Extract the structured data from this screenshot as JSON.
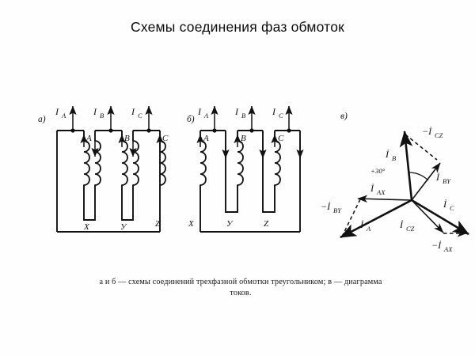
{
  "title": "Схемы соединения фаз обмоток",
  "caption": {
    "line1": "а и б — схемы соединений  трехфазной  обмотки  треугольником;  в — диаграмма",
    "line2": "токов."
  },
  "panels": {
    "a": {
      "letter": "а)"
    },
    "b": {
      "letter": "б)"
    },
    "v": {
      "letter": "в)"
    }
  },
  "diagram_a": {
    "line_currents": [
      "I",
      "I",
      "I"
    ],
    "line_current_subs": [
      "A",
      "B",
      "C"
    ],
    "top_terminals": [
      "A",
      "B",
      "C"
    ],
    "bottom_terminals": [
      "X",
      "У",
      "Z"
    ]
  },
  "diagram_b": {
    "line_currents": [
      "I",
      "I",
      "I"
    ],
    "line_current_subs": [
      "A",
      "B",
      "C"
    ],
    "top_terminals": [
      "A",
      "B",
      "C"
    ],
    "bottom_terminals": [
      "X",
      "У",
      "Z"
    ]
  },
  "phasor_diagram": {
    "angle_annotation": "+30°",
    "vectors": [
      {
        "symbol": "İ",
        "sub": "B",
        "style": "solid"
      },
      {
        "symbol": "İ",
        "sub": "A",
        "style": "solid"
      },
      {
        "symbol": "İ",
        "sub": "C",
        "style": "solid"
      },
      {
        "symbol": "İ",
        "sub": "AX",
        "style": "solid"
      },
      {
        "symbol": "İ",
        "sub": "BY",
        "style": "solid"
      },
      {
        "symbol": "İ",
        "sub": "CZ",
        "style": "solid"
      },
      {
        "symbol": "−İ",
        "sub": "AX",
        "style": "dashed"
      },
      {
        "symbol": "−İ",
        "sub": "BY",
        "style": "dashed"
      },
      {
        "symbol": "−İ",
        "sub": "CZ",
        "style": "dashed"
      }
    ]
  },
  "colors": {
    "ink": "#111111",
    "paper": "#fefefe"
  }
}
